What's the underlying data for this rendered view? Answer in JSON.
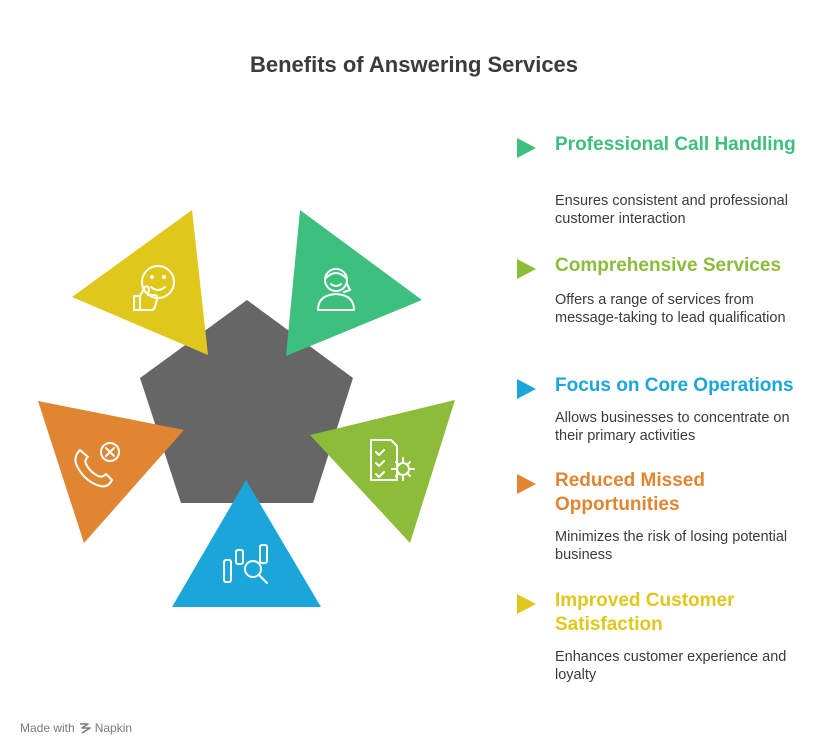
{
  "title": "Benefits of Answering Services",
  "colors": {
    "pentagon": "#666666",
    "green": "#3dbf7e",
    "lime": "#8cbc3a",
    "blue": "#1aa6d9",
    "orange": "#e08632",
    "yellow": "#e0c71c",
    "text": "#3b3b3b"
  },
  "items": [
    {
      "heading": "Professional Call Handling",
      "description": "Ensures consistent and professional customer interaction",
      "color": "#3dbf7e",
      "icon": "customer-service-agent-icon"
    },
    {
      "heading": "Comprehensive Services",
      "description": "Offers a range of services from message-taking to lead qualification",
      "color": "#8cbc3a",
      "icon": "checklist-gear-icon"
    },
    {
      "heading": "Focus on Core Operations",
      "description": "Allows businesses to concentrate on their primary activities",
      "color": "#1aa6d9",
      "icon": "chart-magnifier-icon"
    },
    {
      "heading": "Reduced Missed Opportunities",
      "description": "Minimizes the risk of losing potential business",
      "color": "#e08632",
      "icon": "missed-call-icon"
    },
    {
      "heading": "Improved Customer Satisfaction",
      "description": "Enhances customer experience and loyalty",
      "color": "#e0c71c",
      "icon": "smiley-thumbs-up-icon"
    }
  ],
  "footer": {
    "made_with": "Made with",
    "brand": "Napkin"
  }
}
